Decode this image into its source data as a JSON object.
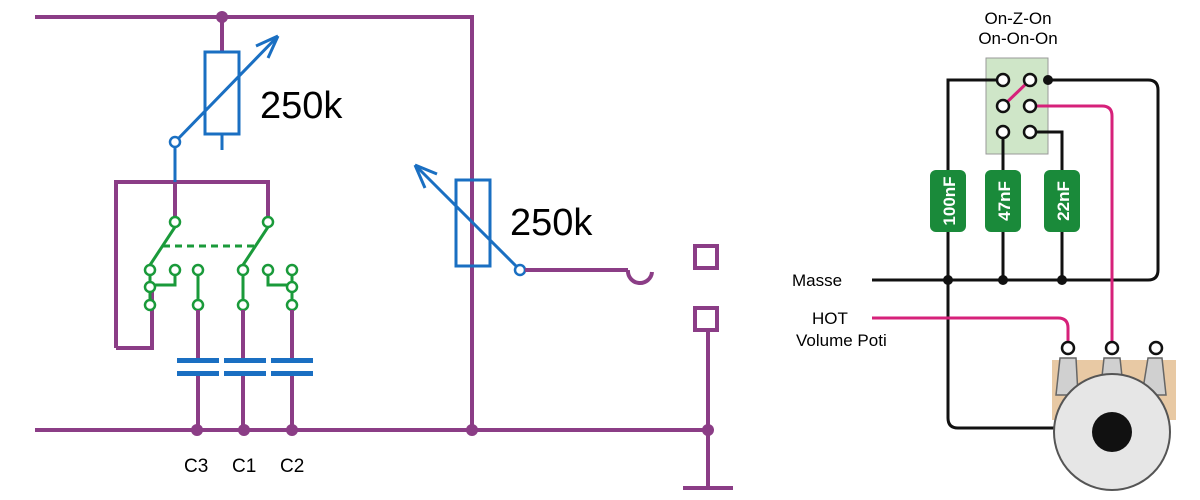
{
  "left_circuit": {
    "pot_top_value": "250k",
    "pot_mid_value": "250k",
    "cap_labels": [
      "C3",
      "C1",
      "C2"
    ]
  },
  "right_wiring": {
    "switch_label_line1": "On-Z-On",
    "switch_label_line2": "On-On-On",
    "caps": [
      "100nF",
      "47nF",
      "22nF"
    ],
    "masse_label": "Masse",
    "hot_label": "HOT",
    "volume_label": "Volume Poti"
  },
  "colors": {
    "purple": "#8b3d86",
    "blue": "#1a6fc2",
    "green": "#1a9a3a",
    "cap_green": "#1a8a3a",
    "pink": "#d6217a",
    "switch_body": "#cfe6c8",
    "pot_body": "#e8c9a4"
  }
}
